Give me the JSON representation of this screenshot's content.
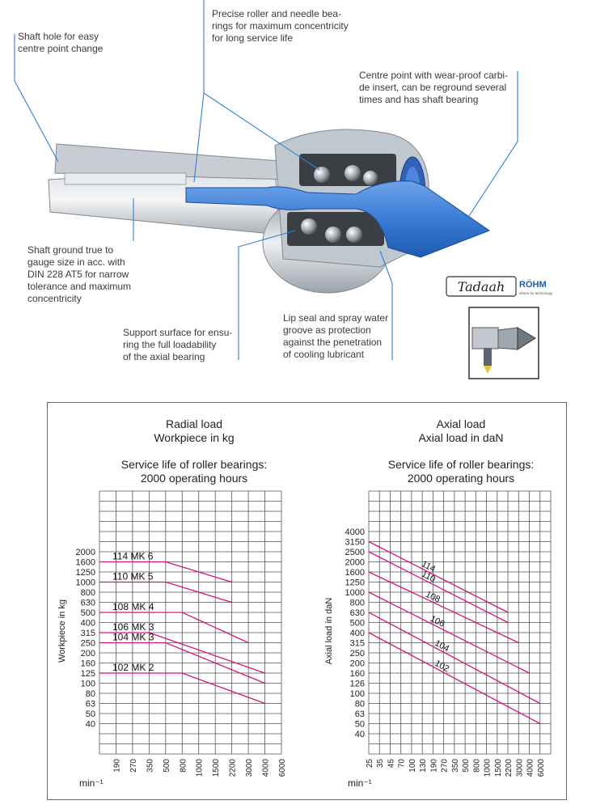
{
  "annotations": {
    "shaft_hole": "Shaft hole for easy\ncentre point change",
    "bearings": "Precise roller and needle bea-\nrings for maximum concentricity\nfor long service life",
    "centre_point": "Centre point with wear-proof carbi-\nde insert, can be reground several\ntimes and has shaft bearing",
    "shaft_ground": "Shaft ground true to\ngauge size in acc. with\nDIN 228 AT5 for narrow\ntolerance and maximum\nconcentricity",
    "support_surface": "Support surface for ensu-\nring the full loadability\nof the axial bearing",
    "lip_seal": "Lip seal and spray water\ngroove as protection\nagainst the penetration\nof cooling lubricant"
  },
  "logos": {
    "tadaah": "Tadaah",
    "rohm": "RÖHM",
    "rohm_tagline": "driven by technology"
  },
  "colors": {
    "product_blue": "#3a7bd5",
    "housing_grey": "#b9c2cb",
    "grid": "#555555",
    "series": "#d6137c"
  },
  "chart_data": [
    {
      "type": "line",
      "title": "Radial load\nWorkpiece in kg",
      "subtitle": "Service life of roller bearings:\n2000 operating hours",
      "ylabel": "Workpiece in kg",
      "xlabel": "min⁻¹",
      "y_ticks": [
        40,
        50,
        63,
        80,
        100,
        125,
        160,
        200,
        250,
        315,
        400,
        500,
        630,
        800,
        1000,
        1250,
        1600,
        2000
      ],
      "x_ticks": [
        190,
        270,
        350,
        500,
        800,
        1000,
        1500,
        2200,
        3000,
        4000,
        6000
      ],
      "series": [
        {
          "name": "114 MK 6",
          "points": [
            [
              0,
              1600
            ],
            [
              500,
              1600
            ],
            [
              2200,
              1000
            ]
          ]
        },
        {
          "name": "110 MK 5",
          "points": [
            [
              0,
              1000
            ],
            [
              500,
              1000
            ],
            [
              2200,
              630
            ]
          ]
        },
        {
          "name": "108 MK 4",
          "points": [
            [
              0,
              500
            ],
            [
              800,
              500
            ],
            [
              3000,
              250
            ]
          ]
        },
        {
          "name": "106 MK 3",
          "points": [
            [
              0,
              315
            ],
            [
              350,
              315
            ],
            [
              4000,
              125
            ]
          ]
        },
        {
          "name": "104 MK 3",
          "points": [
            [
              0,
              250
            ],
            [
              500,
              250
            ],
            [
              4000,
              100
            ]
          ]
        },
        {
          "name": "102 MK 2",
          "points": [
            [
              0,
              125
            ],
            [
              800,
              125
            ],
            [
              4000,
              63
            ]
          ]
        }
      ]
    },
    {
      "type": "line",
      "title": "Axial load\nAxial load in daN",
      "subtitle": "Service life of roller bearings:\n2000 operating hours",
      "ylabel": "Axial load in daN",
      "xlabel": "min⁻¹",
      "y_ticks": [
        40,
        50,
        63,
        80,
        100,
        126,
        160,
        200,
        250,
        315,
        400,
        500,
        630,
        800,
        1000,
        1250,
        1600,
        2000,
        2500,
        3150,
        4000
      ],
      "x_ticks": [
        25,
        35,
        45,
        70,
        100,
        130,
        190,
        270,
        350,
        500,
        800,
        1000,
        1500,
        2200,
        3000,
        4000,
        6000
      ],
      "series": [
        {
          "name": "114",
          "points": [
            [
              25,
              3150
            ],
            [
              2200,
              630
            ]
          ]
        },
        {
          "name": "110",
          "points": [
            [
              25,
              2500
            ],
            [
              2200,
              500
            ]
          ]
        },
        {
          "name": "108",
          "points": [
            [
              25,
              1600
            ],
            [
              3000,
              315
            ]
          ]
        },
        {
          "name": "106",
          "points": [
            [
              25,
              1000
            ],
            [
              4000,
              160
            ]
          ]
        },
        {
          "name": "104",
          "points": [
            [
              25,
              630
            ],
            [
              6000,
              80
            ]
          ]
        },
        {
          "name": "102",
          "points": [
            [
              25,
              400
            ],
            [
              6000,
              50
            ]
          ]
        }
      ]
    }
  ]
}
